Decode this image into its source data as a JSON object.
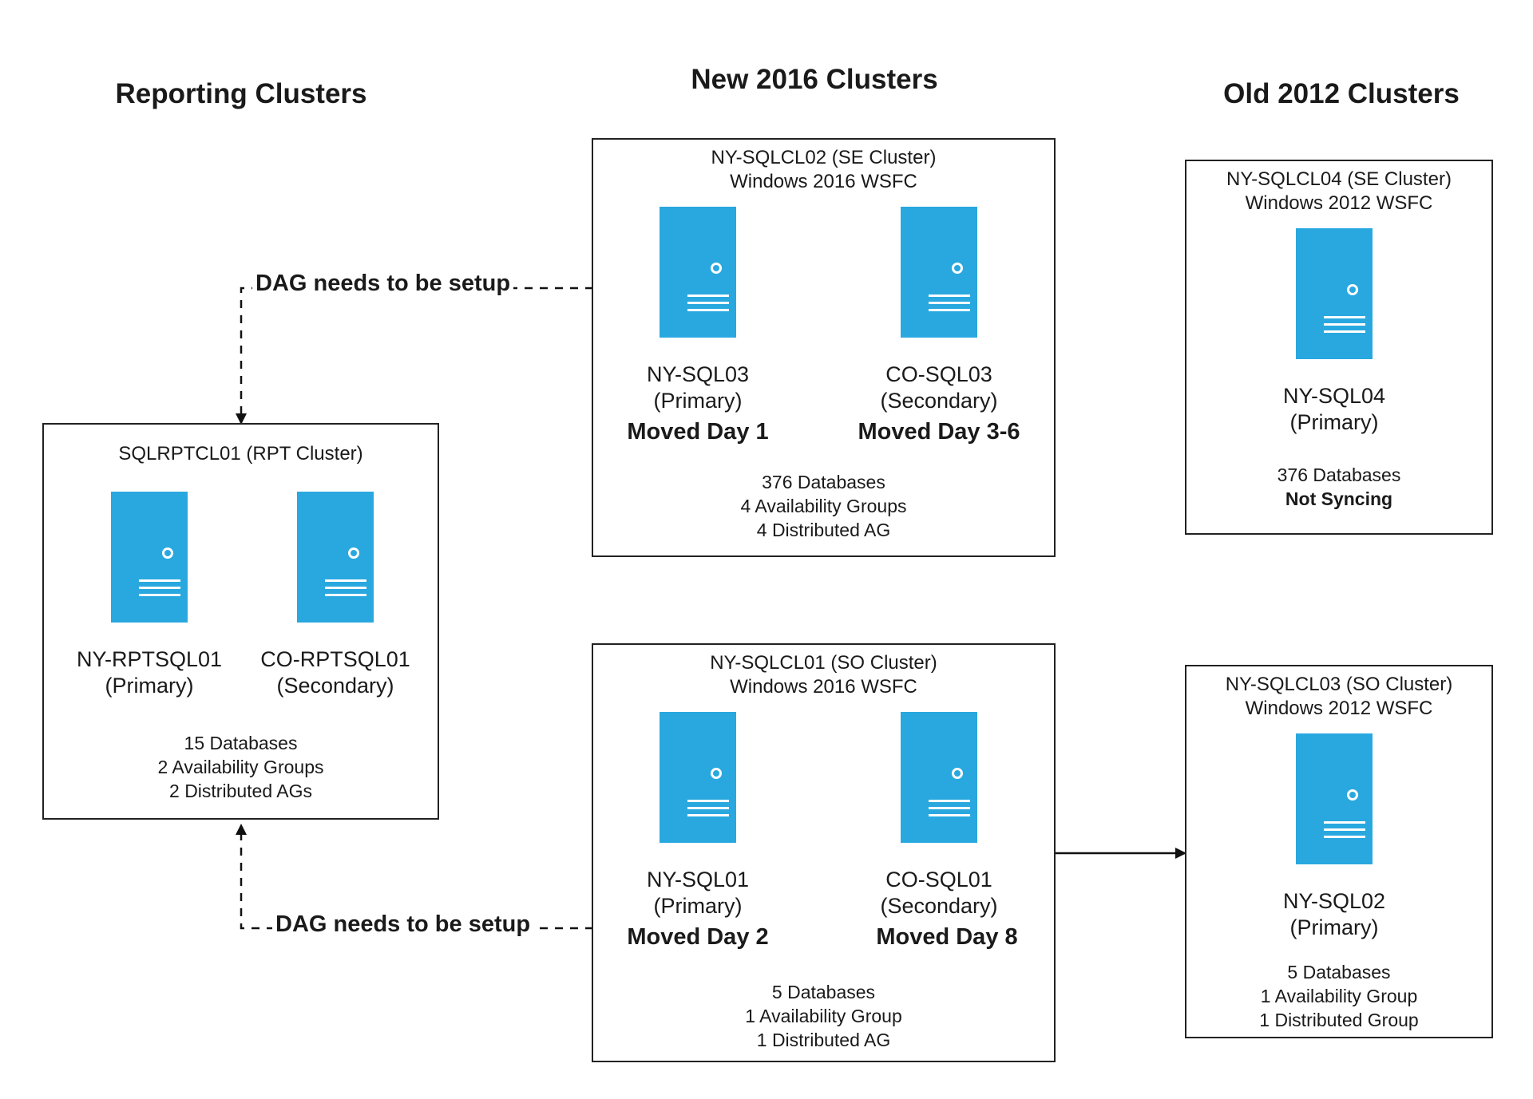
{
  "headings": {
    "reporting": "Reporting Clusters",
    "new2016": "New 2016 Clusters",
    "old2012": "Old 2012 Clusters"
  },
  "clusters": {
    "se2016": {
      "title": "NY-SQLCL02 (SE Cluster)\nWindows 2016 WSFC",
      "primary": {
        "label": "NY-SQL03\n(Primary)",
        "moved": "Moved Day 1"
      },
      "secondary": {
        "label": "CO-SQL03\n(Secondary)",
        "moved": "Moved Day 3-6"
      },
      "stats": [
        "376 Databases",
        "4 Availability Groups",
        "4 Distributed AG"
      ]
    },
    "so2016": {
      "title": "NY-SQLCL01 (SO Cluster)\nWindows 2016 WSFC",
      "primary": {
        "label": "NY-SQL01\n(Primary)",
        "moved": "Moved Day 2"
      },
      "secondary": {
        "label": "CO-SQL01\n(Secondary)",
        "moved": "Moved Day 8"
      },
      "stats": [
        "5 Databases",
        "1 Availability Group",
        "1 Distributed AG"
      ]
    },
    "rpt": {
      "title": "SQLRPTCL01 (RPT Cluster)",
      "primary": {
        "label": "NY-RPTSQL01\n(Primary)"
      },
      "secondary": {
        "label": "CO-RPTSQL01\n(Secondary)"
      },
      "stats": [
        "15 Databases",
        "2 Availability Groups",
        "2 Distributed AGs"
      ]
    },
    "se2012": {
      "title": "NY-SQLCL04 (SE Cluster)\nWindows 2012 WSFC",
      "primary": {
        "label": "NY-SQL04\n(Primary)"
      },
      "stats": [
        "376 Databases"
      ],
      "status": "Not Syncing"
    },
    "so2012": {
      "title": "NY-SQLCL03 (SO Cluster)\nWindows 2012 WSFC",
      "primary": {
        "label": "NY-SQL02\n(Primary)"
      },
      "stats": [
        "5 Databases",
        "1 Availability Group",
        "1 Distributed Group"
      ]
    }
  },
  "connectors": {
    "dag_top": "DAG needs to be setup",
    "dag_bottom": "DAG needs to be setup"
  },
  "colors": {
    "server": "#29a8e0",
    "border": "#222222"
  }
}
